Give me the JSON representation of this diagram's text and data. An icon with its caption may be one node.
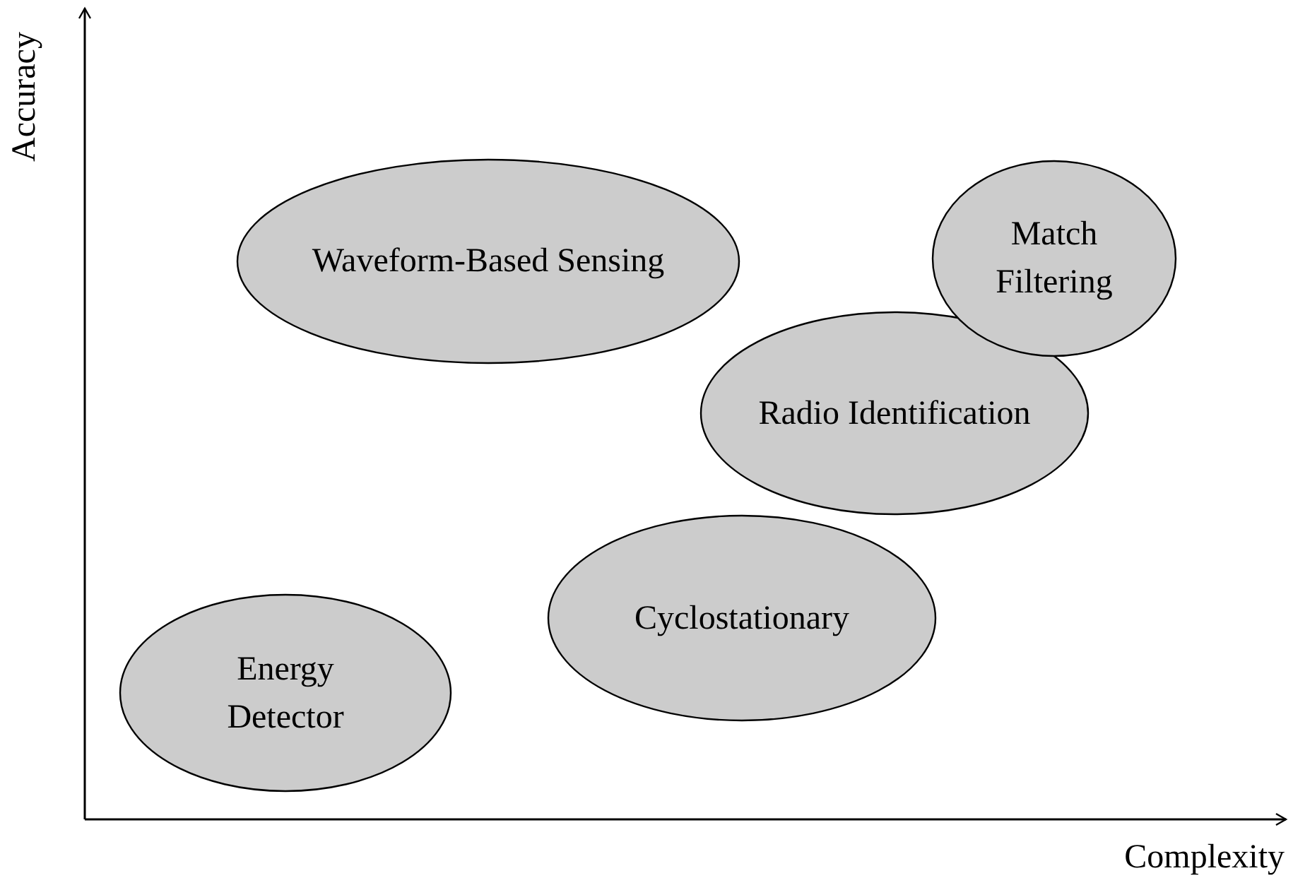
{
  "diagram": {
    "nodes": [
      {
        "text": [
          "Waveform-Based Sensing"
        ]
      },
      {
        "text": [
          "Match Filtering"
        ]
      },
      {
        "text": [
          "Radio Identification"
        ]
      },
      {
        "text": [
          "Cyclostationary"
        ]
      },
      {
        "text": [
          "Energy Detector"
        ]
      }
    ],
    "labels": [
      "Accuracy",
      "Complexity"
    ]
  }
}
